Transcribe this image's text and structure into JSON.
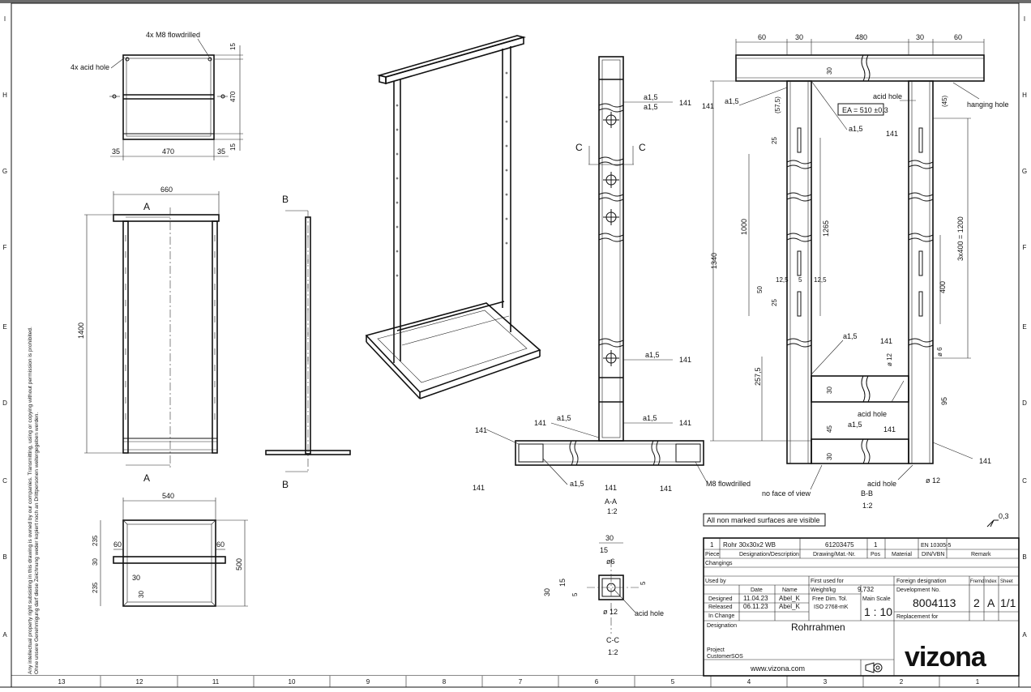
{
  "border": {
    "col_labels": [
      "13",
      "12",
      "11",
      "10",
      "9",
      "8",
      "7",
      "6",
      "5",
      "4",
      "3",
      "2",
      "1"
    ],
    "row_labels": [
      "I",
      "H",
      "G",
      "F",
      "E",
      "D",
      "C",
      "B",
      "A"
    ]
  },
  "side_notice": {
    "line1": "Any intellectual property right subsisting in this drawing is owned by our companies. Transmitting, using or copying without permission is prohibited.",
    "line2": "Ohne unsere Genehmigung darf diese Zeichnung weder kopiert noch an Drittpersonen weitergegeben werden."
  },
  "top_view": {
    "flowdrill_note": "4x M8 flowdrilled",
    "acid_note": "4x acid hole",
    "dim_15_top": "15",
    "dim_470_v": "470",
    "dim_15_bot": "15",
    "dim_35_l": "35",
    "dim_470_h": "470",
    "dim_35_r": "35"
  },
  "front_view": {
    "width": "660",
    "height": "1400",
    "section_a": "A"
  },
  "side_view": {
    "section_b": "B"
  },
  "bottom_view": {
    "width": "540",
    "dim_235_a": "235",
    "dim_30": "30",
    "dim_235_b": "235",
    "dim_60_l": "60",
    "dim_60_r": "60",
    "dim_30_i1": "30",
    "dim_30_i2": "30",
    "height": "500"
  },
  "section_aa": {
    "section_c": "C",
    "weld_a": "a1,5",
    "weld_141": "141",
    "flowdrill": "M8 flowdrilled",
    "title": "A-A",
    "scale": "1:2"
  },
  "section_bb": {
    "dims_top": [
      "60",
      "30",
      "480",
      "30",
      "60"
    ],
    "dim_30_top": "30",
    "dim_575": "(57,5)",
    "dim_45": "(45)",
    "dim_25": "25",
    "dim_1000": "1000",
    "dim_1265": "1265",
    "dim_1340": "1340",
    "dim_3x400": "3x400 = 1200",
    "dim_400": "400",
    "dim_50": "50",
    "dim_125": "12,5",
    "dim_5": "5",
    "dim_2575": "257,5",
    "dim_95": "95",
    "dim_30_mid": "30",
    "dim_45_low": "45",
    "dim_30_low": "30",
    "dia_12": "ø 12",
    "dia_6": "ø 6",
    "dia_12b": "ø 12",
    "acid_hole": "acid hole",
    "hanging_hole": "hanging hole",
    "ea": "EA = 510 ±0.3",
    "no_face": "no face of view",
    "title": "B-B",
    "scale": "1:2"
  },
  "section_cc": {
    "dim_30": "30",
    "dim_15": "15",
    "dia_6": "ø6",
    "dim_30_v": "30",
    "dim_15_v": "15",
    "dim_5a": "5",
    "dim_5b": "5",
    "dia_12": "ø 12",
    "acid": "acid hole",
    "title": "C-C",
    "scale": "1:2"
  },
  "notes": {
    "visible": "All non marked surfaces are visible",
    "roughness": "0,3"
  },
  "title_block": {
    "item": "1",
    "designation_row": "Rohr 30x30x2 WB",
    "drawing_no": "61203475",
    "pos": "1",
    "standard": "EN 10305-5",
    "hdr_piece": "Piece",
    "hdr_desc": "Designation/Description",
    "hdr_drawing": "Drawing/Mat.-Nr.",
    "hdr_pos": "Pos",
    "hdr_material": "Material",
    "hdr_din": "DIN/VBN",
    "hdr_remark": "Remark",
    "changings": "Changings",
    "used_by": "Used by",
    "first_used": "First used for",
    "weight_label": "Weight/kg",
    "weight": "9,732",
    "foreign": "Foreign designation",
    "fremd": "Fremd",
    "index_lbl": "Index",
    "sheet_lbl": "Sheet",
    "dev_no": "Development No.",
    "date_lbl": "Date",
    "name_lbl": "Name",
    "free_dim": "Free Dim. Tol.",
    "iso": "ISO 2768-mK",
    "main_scale": "Main Scale",
    "scale": "1 : 10",
    "designed": "Designed",
    "designed_date": "11.04.23",
    "designed_name": "Abel_K",
    "released": "Released",
    "released_date": "06.11.23",
    "released_name": "Abel_K",
    "in_change": "In Change",
    "part_no": "8004113",
    "index": "2",
    "rev": "A",
    "sheet": "1/1",
    "replacement": "Replacement for",
    "designation_lbl": "Designation",
    "title": "Rohrrahmen",
    "project": "Project",
    "customer": "Customer",
    "customer_val": "SOS",
    "url": "www.vizona.com",
    "logo": "vizona"
  }
}
